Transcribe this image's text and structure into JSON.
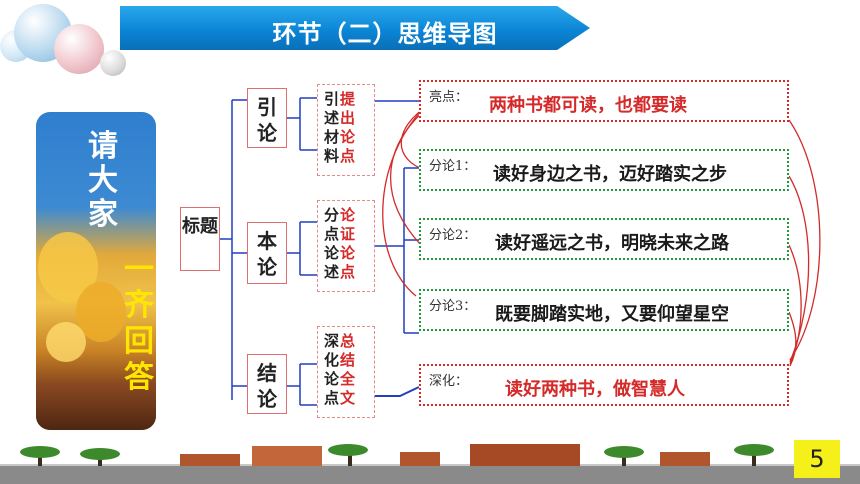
{
  "header": {
    "title": "环节（二）思维导图"
  },
  "side_panel": {
    "prompt_top": "请大家",
    "prompt_bottom": "一齐回答"
  },
  "root": {
    "label": "标题"
  },
  "sections": [
    {
      "label": "引论",
      "note_lines": [
        {
          "a": "引",
          "b": "提"
        },
        {
          "a": "述",
          "b": "出"
        },
        {
          "a": "材",
          "b": "论"
        },
        {
          "a": "料",
          "b": "点"
        }
      ]
    },
    {
      "label": "本论",
      "note_lines": [
        {
          "a": "分",
          "b": "论"
        },
        {
          "a": "点",
          "b": "证"
        },
        {
          "a": "论",
          "b": "论"
        },
        {
          "a": "述",
          "b": "点"
        }
      ]
    },
    {
      "label": "结论",
      "note_lines": [
        {
          "a": "深",
          "b": "总"
        },
        {
          "a": "化",
          "b": "结"
        },
        {
          "a": "论",
          "b": "全"
        },
        {
          "a": "点",
          "b": "文"
        }
      ]
    }
  ],
  "points": [
    {
      "tag": "亮点：",
      "text": "两种书都可读，也都要读",
      "style": "red"
    },
    {
      "tag": "分论1：",
      "text": "读好身边之书，迈好踏实之步",
      "style": "green"
    },
    {
      "tag": "分论2：",
      "text": "读好遥远之书，明晓未来之路",
      "style": "green"
    },
    {
      "tag": "分论3：",
      "text": "既要脚踏实地，又要仰望星空",
      "style": "green"
    },
    {
      "tag": "深化：",
      "text": "读好两种书，做智慧人",
      "style": "red"
    }
  ],
  "colors": {
    "header_blue": "#0b86d6",
    "accent_red": "#d42a2a",
    "accent_green": "#1f9b3a",
    "connector_blue": "#1f3fbf"
  },
  "page_number": "5"
}
